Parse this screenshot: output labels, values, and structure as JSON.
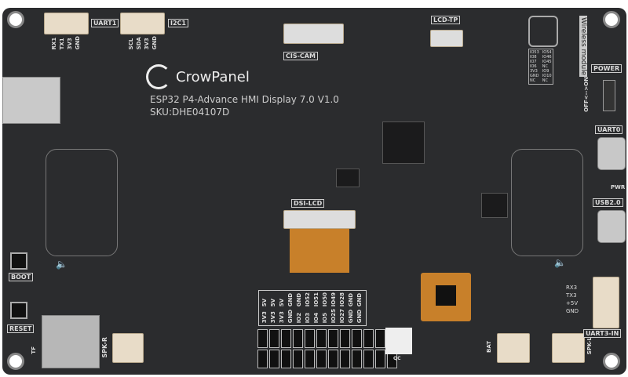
{
  "brand": {
    "logo_text": "CrowPanel",
    "model": "ESP32 P4-Advance HMI Display 7.0 V1.0",
    "sku": "SKU:DHE04107D"
  },
  "labels": {
    "uart1": "UART1",
    "i2c1": "I2C1",
    "cis_cam": "CIS-CAM",
    "lcd_tp": "LCD-TP",
    "wireless": "Wireless module",
    "power": "POWER",
    "power_switch": "OFF<-->ON",
    "uart0": "UART0",
    "usb2": "USB2.0",
    "pwr": "PWR",
    "dsi_lcd": "DSI-LCD",
    "boot": "BOOT",
    "reset": "RESET",
    "tf": "TF",
    "spk_r": "SPK-R",
    "bat": "BAT",
    "spk_l": "SPK-L",
    "uart3": "UART3-IN",
    "qc": "QC"
  },
  "uart1_pins": [
    "RX1",
    "TX1",
    "3V3",
    "GND"
  ],
  "i2c1_pins": [
    "SCL",
    "SDA",
    "3V3",
    "GND"
  ],
  "uart3_pins": [
    "RX3",
    "TX3",
    "+5V",
    "GND"
  ],
  "header_top": [
    "5V",
    "5V",
    "5V",
    "GND",
    "GND",
    "IO52",
    "IO51",
    "IO50",
    "IO49",
    "IO28",
    "GND",
    "GND"
  ],
  "header_bottom": [
    "3V3",
    "3V3",
    "3V3",
    "GND",
    "IO2",
    "IO3",
    "IO4",
    "IO5",
    "IO25",
    "IO27",
    "GND",
    "GND"
  ],
  "wireless_left": [
    "IO53",
    "IO8",
    "IO7",
    "IO6",
    "3V3",
    "GND",
    "NC"
  ],
  "wireless_right": [
    "IO54",
    "IO46",
    "IO45",
    "NC",
    "IO9",
    "IO10",
    "NC"
  ],
  "colors": {
    "board": "#2b2c2e",
    "connector": "#e8dcc8",
    "flex": "#c8802a"
  }
}
